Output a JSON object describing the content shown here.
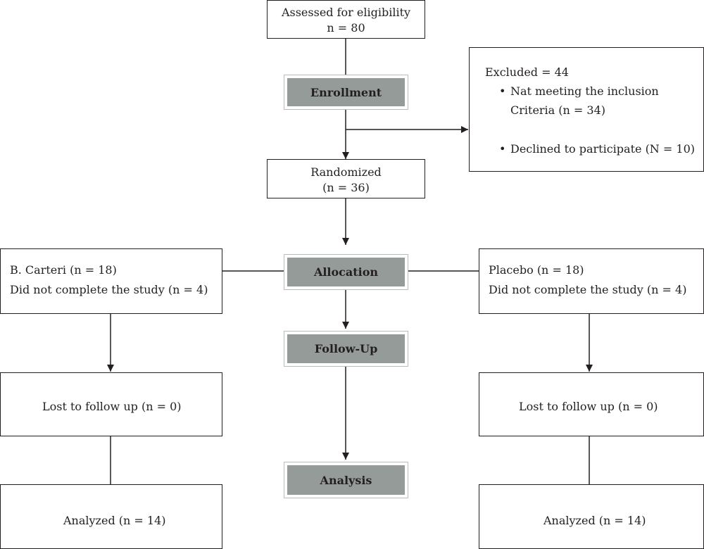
{
  "assessed": {
    "line1": "Assessed for eligibility",
    "line2": "n = 80"
  },
  "stages": {
    "enrollment": "Enrollment",
    "allocation": "Allocation",
    "follow_up": "Follow-Up",
    "analysis": "Analysis"
  },
  "excluded": {
    "title": "Excluded = 44",
    "reason1_line1": "Nat meeting the inclusion",
    "reason1_line2": "Criteria (n = 34)",
    "reason2": "Declined to participate (N = 10)",
    "bullet": "•"
  },
  "randomized": {
    "line1": "Randomized",
    "line2": "(n = 36)"
  },
  "left_arm": {
    "group": "B. Carteri (n = 18)",
    "incomplete": "Did not complete the study (n = 4)",
    "lost": "Lost to follow up  (n = 0)",
    "analyzed": "Analyzed (n = 14)"
  },
  "right_arm": {
    "group": "Placebo (n = 18)",
    "incomplete": "Did not complete the study (n = 4)",
    "lost": "Lost to follow up  (n = 0)",
    "analyzed": "Analyzed (n = 14)"
  },
  "colors": {
    "stage_fill": "#959b99",
    "stage_border": "#b8bdbc",
    "line": "#231f20"
  }
}
